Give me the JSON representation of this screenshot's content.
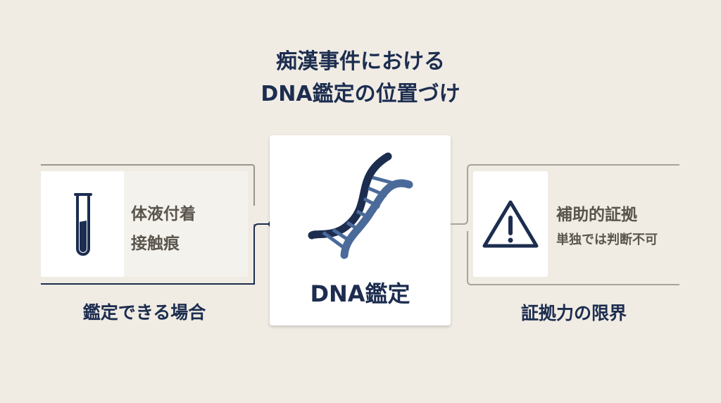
{
  "title": {
    "line1": "痴漢事件における",
    "line2": "DNA鑑定の位置づけ"
  },
  "left": {
    "items": [
      "体液付着",
      "接触痕"
    ],
    "label": "鑑定できる場合",
    "icon": "test-tube-icon"
  },
  "center": {
    "label": "DNA鑑定",
    "icon": "dna-icon"
  },
  "right": {
    "heading": "補助的証拠",
    "sub": "単独では判断不可",
    "label": "証拠力の限界",
    "icon": "warning-icon"
  },
  "colors": {
    "navy": "#1c2d4f",
    "accent": "#4a6a9a",
    "background": "#f0ece4"
  }
}
